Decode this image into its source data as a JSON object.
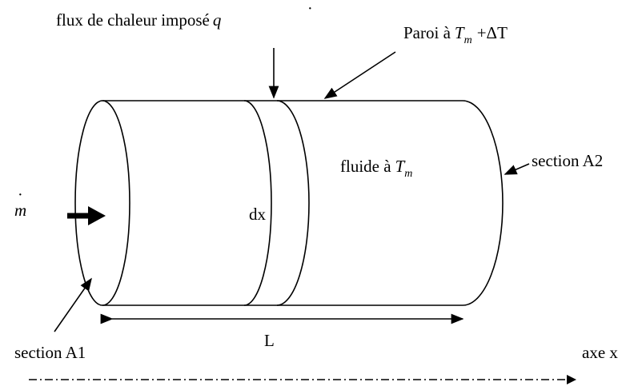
{
  "labels": {
    "heat_flux": "flux de chaleur imposé",
    "heat_flux_symbol": "q",
    "wall": "Paroi à",
    "wall_T": "T",
    "wall_T_sub": "m",
    "wall_delta": "+ΔT",
    "fluid": "fluide à",
    "fluid_T": "T",
    "fluid_T_sub": "m",
    "section_a2": "section A2",
    "section_a1": "section A1",
    "mass_flow": "m",
    "dx": "dx",
    "length": "L",
    "axis": "axe x"
  }
}
